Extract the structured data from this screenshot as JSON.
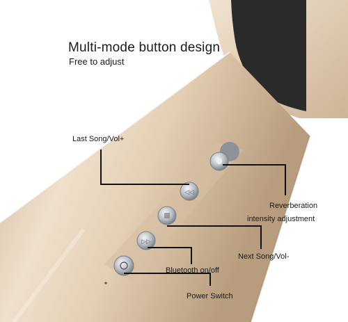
{
  "headline": "Multi-mode button design",
  "subline": "Free to adjust",
  "callouts": {
    "last_song": "Last Song/Vol+",
    "reverb_line1": "Reverberation",
    "reverb_line2": "intensity adjustment",
    "next_song": "Next Song/Vol-",
    "bluetooth": "Bluetooth on/off",
    "power": "Power Switch"
  },
  "colors": {
    "handle_gold": "#dcc4a6",
    "handle_shadow": "#b89f82",
    "button_metal": "#9aa0a8",
    "speaker_mesh": "#2a2a2a",
    "callout_line": "#111111"
  },
  "icons": [
    "volume-plus-icon",
    "reverb-icon",
    "next-song-icon",
    "bluetooth-icon",
    "power-icon"
  ]
}
